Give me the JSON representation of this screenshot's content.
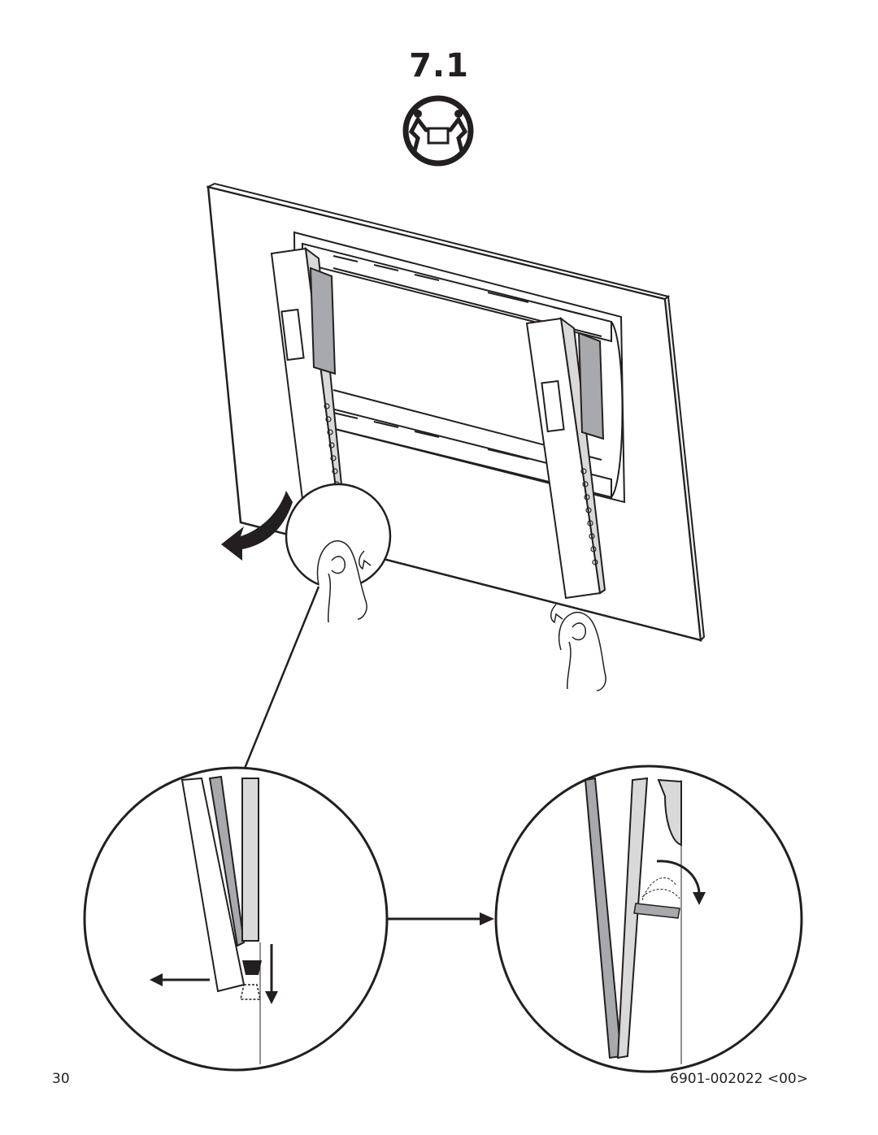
{
  "step": {
    "number": "7.1",
    "warning_icon": "two-person-lift-icon"
  },
  "footer": {
    "page_number": "30",
    "document_code": "6901-002022 <00>"
  },
  "colors": {
    "ink": "#231f20",
    "panel_gray": "#d9d9d9",
    "bracket_gray": "#a7a9ac"
  }
}
